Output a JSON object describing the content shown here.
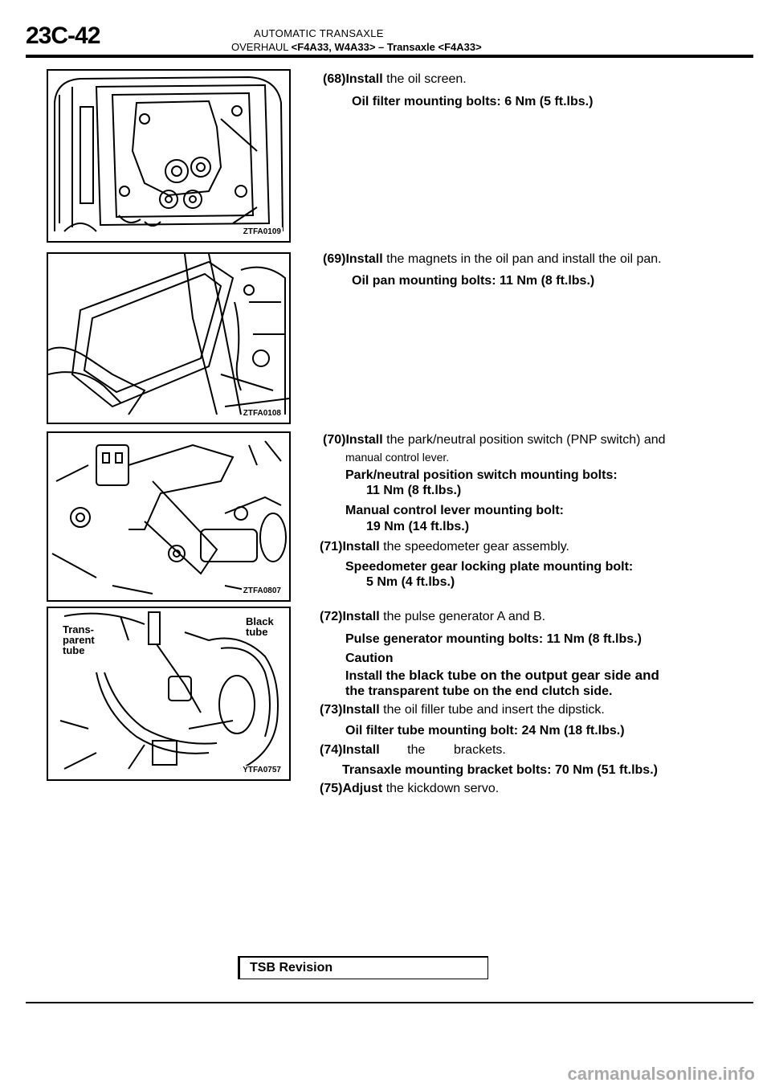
{
  "header": {
    "code": "23C-42",
    "title": "AUTOMATIC TRANSAXLE",
    "subtitle_prefix": "OVERHAUL",
    "subtitle_bold": "<F4A33, W4A33> – Transaxle <F4A33>"
  },
  "figures": [
    {
      "caption": "ZTFA0109"
    },
    {
      "caption": "ZTFA0108"
    },
    {
      "caption": "ZTFA0807"
    },
    {
      "caption": "YTFA0757",
      "callout_left": "Trans-\nparent\ntube",
      "callout_right": "Black\ntube"
    }
  ],
  "steps": {
    "s68_num": "(68)Install",
    "s68_text": "the oil screen.",
    "s68_spec": "Oil filter mounting bolts: 6 Nm (5 ft.lbs.)",
    "s69_num": "(69)Install",
    "s69_text": "the magnets in the oil pan and install the oil pan.",
    "s69_spec": "Oil pan mounting bolts: 11 Nm (8 ft.lbs.)",
    "s70_num": "(70)Install",
    "s70_text": "the park/neutral position switch (PNP switch) and",
    "s70_text2": "manual control lever.",
    "s70_spec1": "Park/neutral position switch mounting bolts:",
    "s70_spec1b": "11 Nm (8 ft.lbs.)",
    "s70_spec2": "Manual control lever mounting bolt:",
    "s70_spec2b": "19 Nm (14 ft.lbs.)",
    "s71_num": "(71)Install",
    "s71_text": "the speedometer gear assembly.",
    "s71_spec": "Speedometer gear locking plate mounting bolt:",
    "s71_specb": "5 Nm (4 ft.lbs.)",
    "s72_num": "(72)Install",
    "s72_text": "the pulse generator A and B.",
    "s72_spec": "Pulse generator mounting bolts: 11 Nm (8 ft.lbs.)",
    "caution_title": "Caution",
    "caution_l1a": "Install the",
    "caution_l1b": "black tube on the output gear side and",
    "caution_l2": "the transparent tube on the end clutch side.",
    "s73_num": "(73)Install",
    "s73_text": "the oil filler tube and insert the dipstick.",
    "s73_spec": "Oil filter tube mounting bolt: 24 Nm (18 ft.lbs.)",
    "s74_num": "(74)Install",
    "s74_text": "the        brackets.",
    "s74_spec": "Transaxle mounting bracket bolts: 70 Nm (51 ft.lbs.)",
    "s75_num": "(75)Adjust",
    "s75_text": "the kickdown servo."
  },
  "footer": {
    "tsb": "TSB Revision",
    "watermark": "carmanualsonline.info"
  }
}
